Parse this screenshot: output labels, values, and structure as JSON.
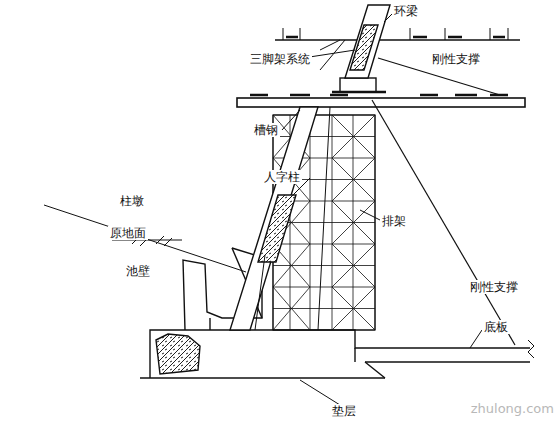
{
  "diagram": {
    "labels": [
      "环梁",
      "三脚架系统",
      "刚性支撑",
      "槽钢",
      "人字柱",
      "柱墩",
      "原地面",
      "池壁",
      "排架",
      "刚性支撑",
      "底板",
      "垫层",
      "zhulong.com"
    ]
  }
}
